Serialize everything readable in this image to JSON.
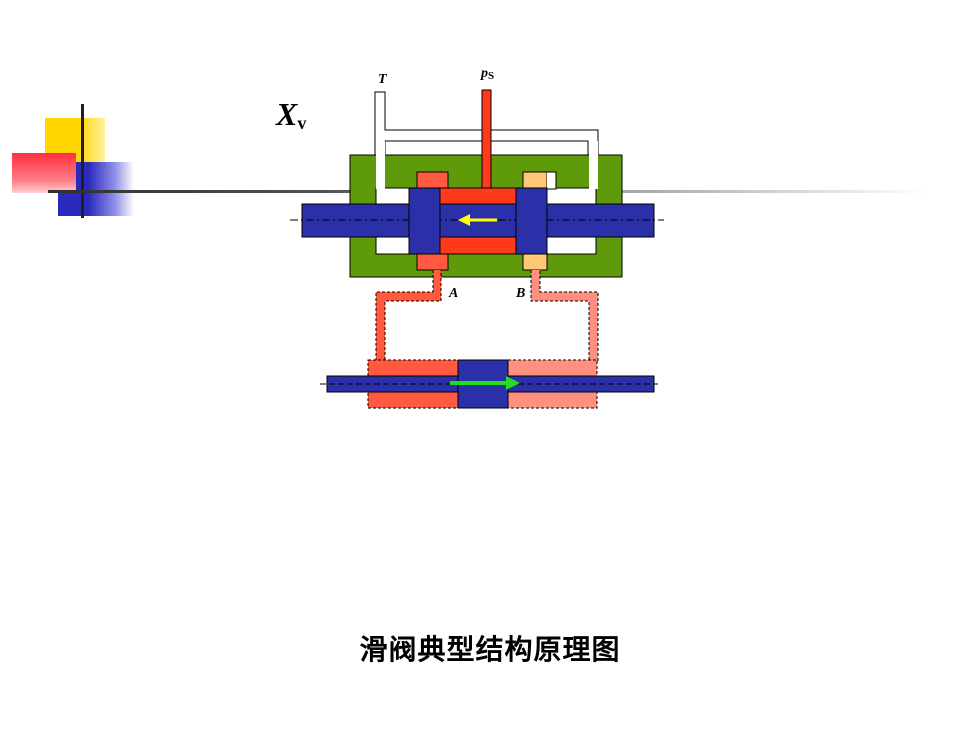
{
  "title_mark": {
    "symbol": "X",
    "subscript": "v"
  },
  "ports": {
    "tank": "T",
    "supply_symbol": "p",
    "supply_subscript": "S",
    "a": "A",
    "b": "B"
  },
  "caption": "滑阀典型结构原理图",
  "colors": {
    "valve_body": "#5E9A0A",
    "spool": "#2B2FA8",
    "high_pressure": "#FF3A1A",
    "port_a_fill": "#FF5A40",
    "port_b_fill": "#FFC878",
    "cylinder_right": "#FF9080",
    "arrow_spool": "#FFFF00",
    "arrow_piston": "#22DD22",
    "deco_yellow": "#FFD400",
    "deco_blue": "#3030C8",
    "deco_red": "#FF4050"
  }
}
